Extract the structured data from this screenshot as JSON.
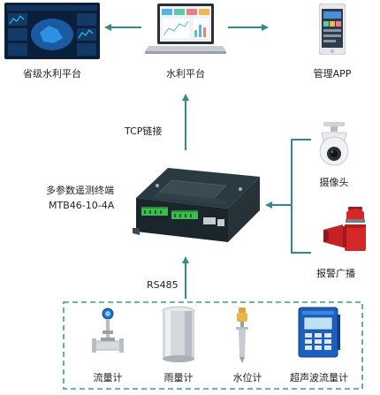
{
  "platforms": {
    "provincial": "省级水利平台",
    "water": "水利平台",
    "app": "管理APP"
  },
  "link_label": "TCP链接",
  "terminal": {
    "line1": "多参数遥测终端",
    "line2": "MTB46-10-4A"
  },
  "peripherals": {
    "camera": "摄像头",
    "alarm": "报警广播"
  },
  "bus_label": "RS485",
  "sensors": {
    "flowmeter": "流量计",
    "rain_gauge": "雨量计",
    "level_meter": "水位计",
    "ultrasonic": "超声波流量计"
  },
  "colors": {
    "arrow": "#2e8b86",
    "dashed_box": "#3a9b96",
    "device_body": "#1f2d33",
    "terminal_green": "#3dbb4e"
  }
}
